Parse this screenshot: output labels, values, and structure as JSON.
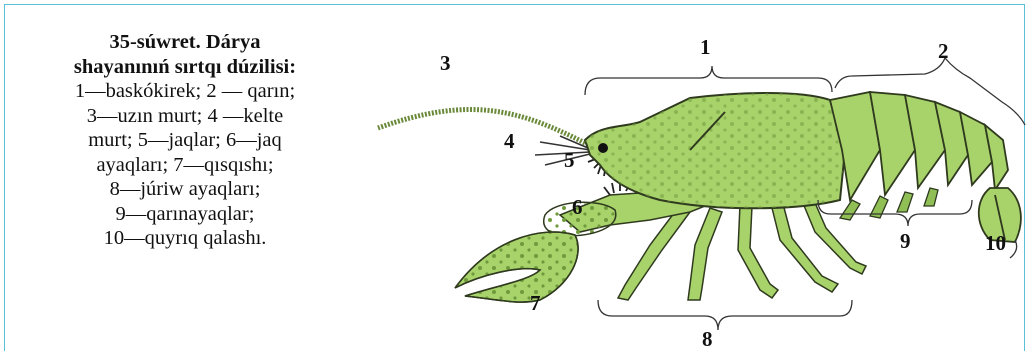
{
  "caption": {
    "title": "35-súwret. Dárya\nshayanınıń sırtqı dúzilisi:",
    "body": "1—baskókirek; 2 — qarın;\n3—uzın murt; 4 —kelte\nmurt; 5—jaqlar; 6—jaq\nayaqları; 7—qısqıshı;\n8—júriw ayaqları;\n9—qarınayaqlar;\n10—quyrıq qalashı."
  },
  "labels": [
    "1",
    "2",
    "3",
    "4",
    "5",
    "6",
    "7",
    "8",
    "9",
    "10"
  ],
  "colors": {
    "body": "#a8d36b",
    "outline": "#2f3a1e",
    "spots": "#6f9a3c",
    "frame": "#5bbfd8"
  }
}
